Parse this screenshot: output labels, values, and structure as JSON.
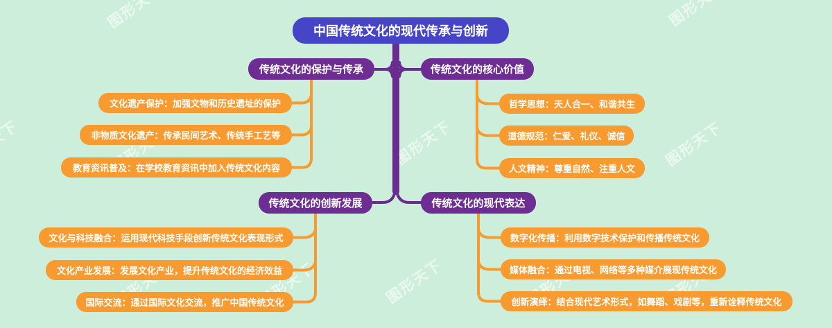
{
  "diagram": {
    "type": "mindmap",
    "background_color": "#cdeeda",
    "colors": {
      "root_fill": "#4645c8",
      "branch_fill": "#6e2d92",
      "child_fill": "#f79b30",
      "trunk_line": "#6b2c8f",
      "child_line": "#f79b30",
      "node_text": "#ffffff",
      "watermark_text": "rgba(255,255,255,0.6)"
    }
  },
  "root": {
    "label": "中国传统文化的现代传承与创新"
  },
  "branches": [
    {
      "label": "传统文化的保护与传承",
      "children": [
        {
          "text": "文化遗产保护：加强文物和历史遗址的保护"
        },
        {
          "text": "非物质文化遗产：传承民间艺术、传统手工艺等"
        },
        {
          "text": "教育资讯普及：在学校教育资讯中加入传统文化内容"
        }
      ]
    },
    {
      "label": "传统文化的核心价值",
      "children": [
        {
          "text": "哲学思想：天人合一、和谐共生"
        },
        {
          "text": "道德规范：仁爱、礼仪、诚信"
        },
        {
          "text": "人文精神：尊重自然、注重人文"
        }
      ]
    },
    {
      "label": "传统文化的创新发展",
      "children": [
        {
          "text": "文化与科技融合：运用现代科技手段创新传统文化表现形式"
        },
        {
          "text": "文化产业发展：发展文化产业，提升传统文化的经济效益"
        },
        {
          "text": "国际交流：通过国际文化交流，推广中国传统文化"
        }
      ]
    },
    {
      "label": "传统文化的现代表达",
      "children": [
        {
          "text": "数字化传播：利用数字技术保护和传播传统文化"
        },
        {
          "text": "媒体融合：通过电视、网络等多种媒介展现传统文化"
        },
        {
          "text": "创新演绎：结合现代艺术形式，如舞蹈、戏剧等，重新诠释传统文化"
        }
      ]
    }
  ],
  "watermark": {
    "text": "图形天下"
  }
}
